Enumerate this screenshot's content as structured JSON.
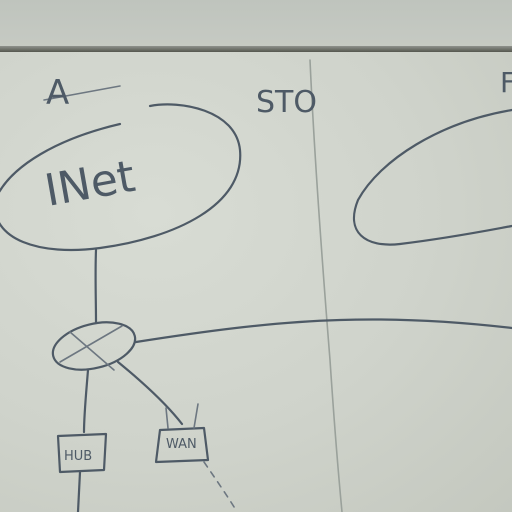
{
  "labels": {
    "site_a": "A",
    "sto": "STO",
    "site_right": "F",
    "inet": "INet",
    "hub": "HUB",
    "wan": "WAN"
  }
}
